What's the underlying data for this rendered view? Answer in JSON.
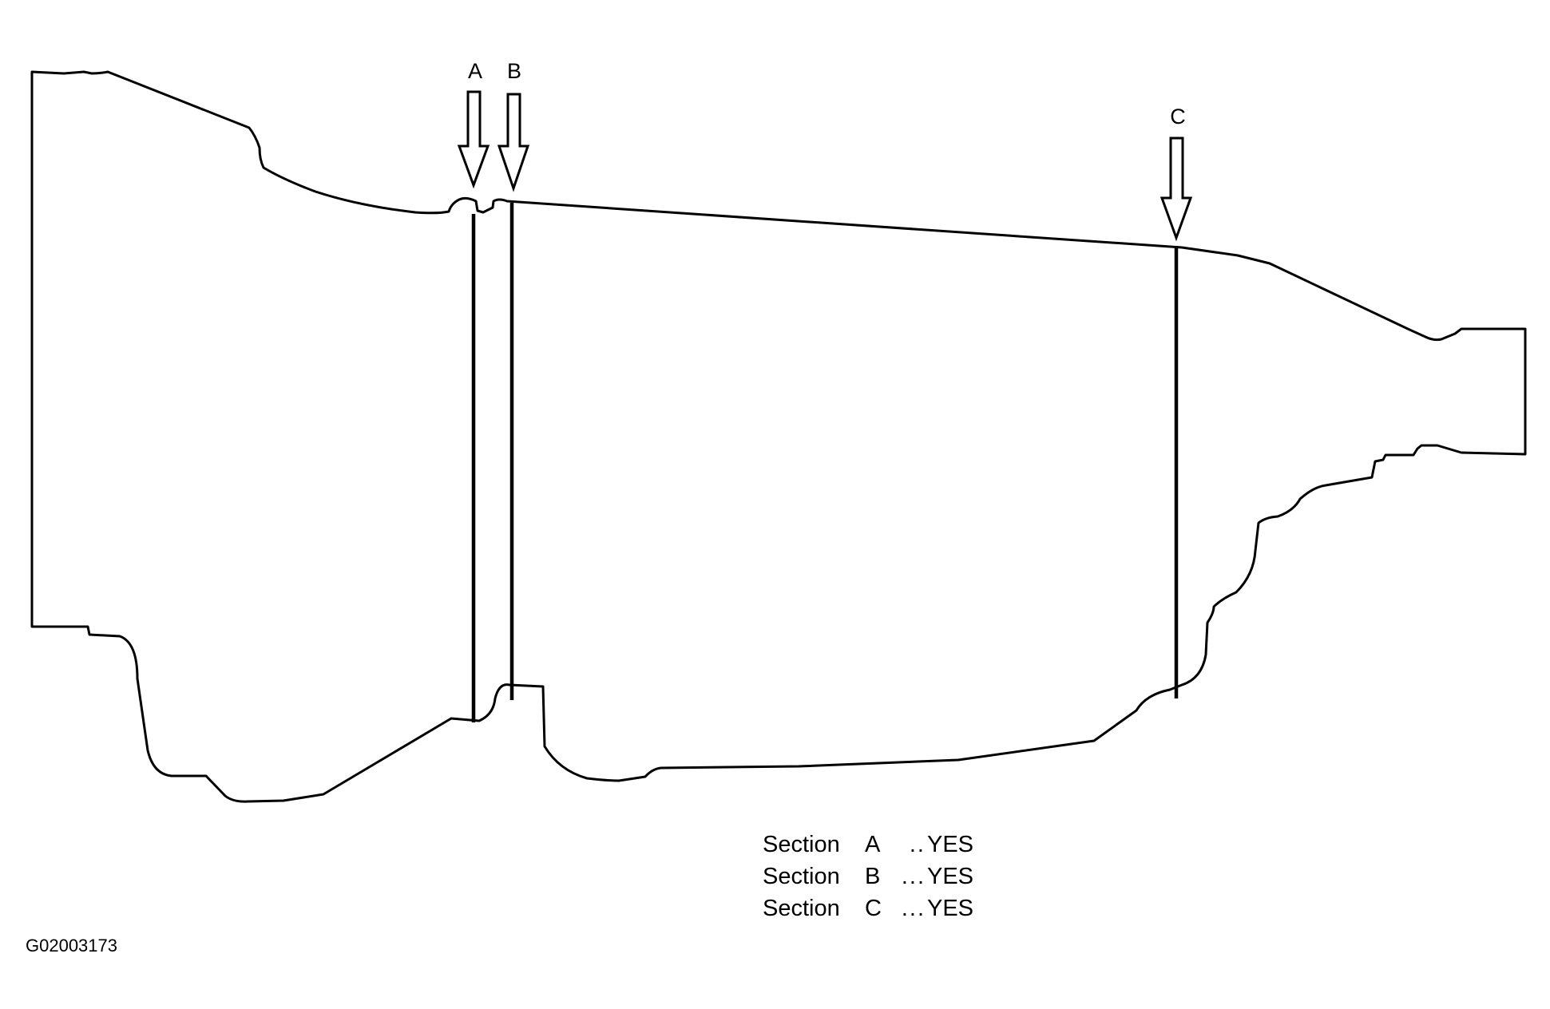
{
  "diagram": {
    "markers": [
      {
        "id": "A",
        "label": "A"
      },
      {
        "id": "B",
        "label": "B"
      },
      {
        "id": "C",
        "label": "C"
      }
    ],
    "legend": [
      {
        "word": "Section",
        "letter": "A",
        "dots": "..",
        "value": "YES"
      },
      {
        "word": "Section",
        "letter": "B",
        "dots": "...",
        "value": "YES"
      },
      {
        "word": "Section",
        "letter": "C",
        "dots": "...",
        "value": "YES"
      }
    ],
    "figure_id": "G02003173"
  },
  "colors": {
    "line": "#000000",
    "background": "#ffffff"
  }
}
